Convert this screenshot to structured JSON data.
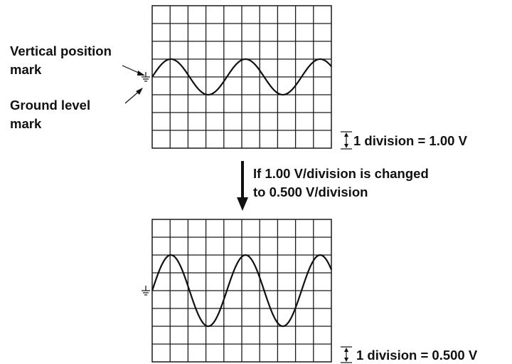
{
  "labels": {
    "vertical_position_mark": [
      "Vertical position",
      "mark"
    ],
    "ground_level_mark": [
      "Ground level",
      "mark"
    ],
    "change_note": [
      "If 1.00 V/division is changed",
      "to 0.500 V/division"
    ]
  },
  "scales": {
    "top": {
      "division_digit": "1",
      "division_text": " division = 1.00 V",
      "volts_per_division": 1.0
    },
    "bottom": {
      "division_digit": "1",
      "division_text": " division = 0.500 V",
      "volts_per_division": 0.5
    }
  },
  "grid": {
    "columns": 10,
    "rows": 8
  },
  "waveform": {
    "type": "sine",
    "periods_shown": 2.4,
    "top_amplitude_divisions": 1.0,
    "bottom_amplitude_divisions": 2.0
  },
  "colors": {
    "line": "#111111",
    "background": "#ffffff"
  }
}
